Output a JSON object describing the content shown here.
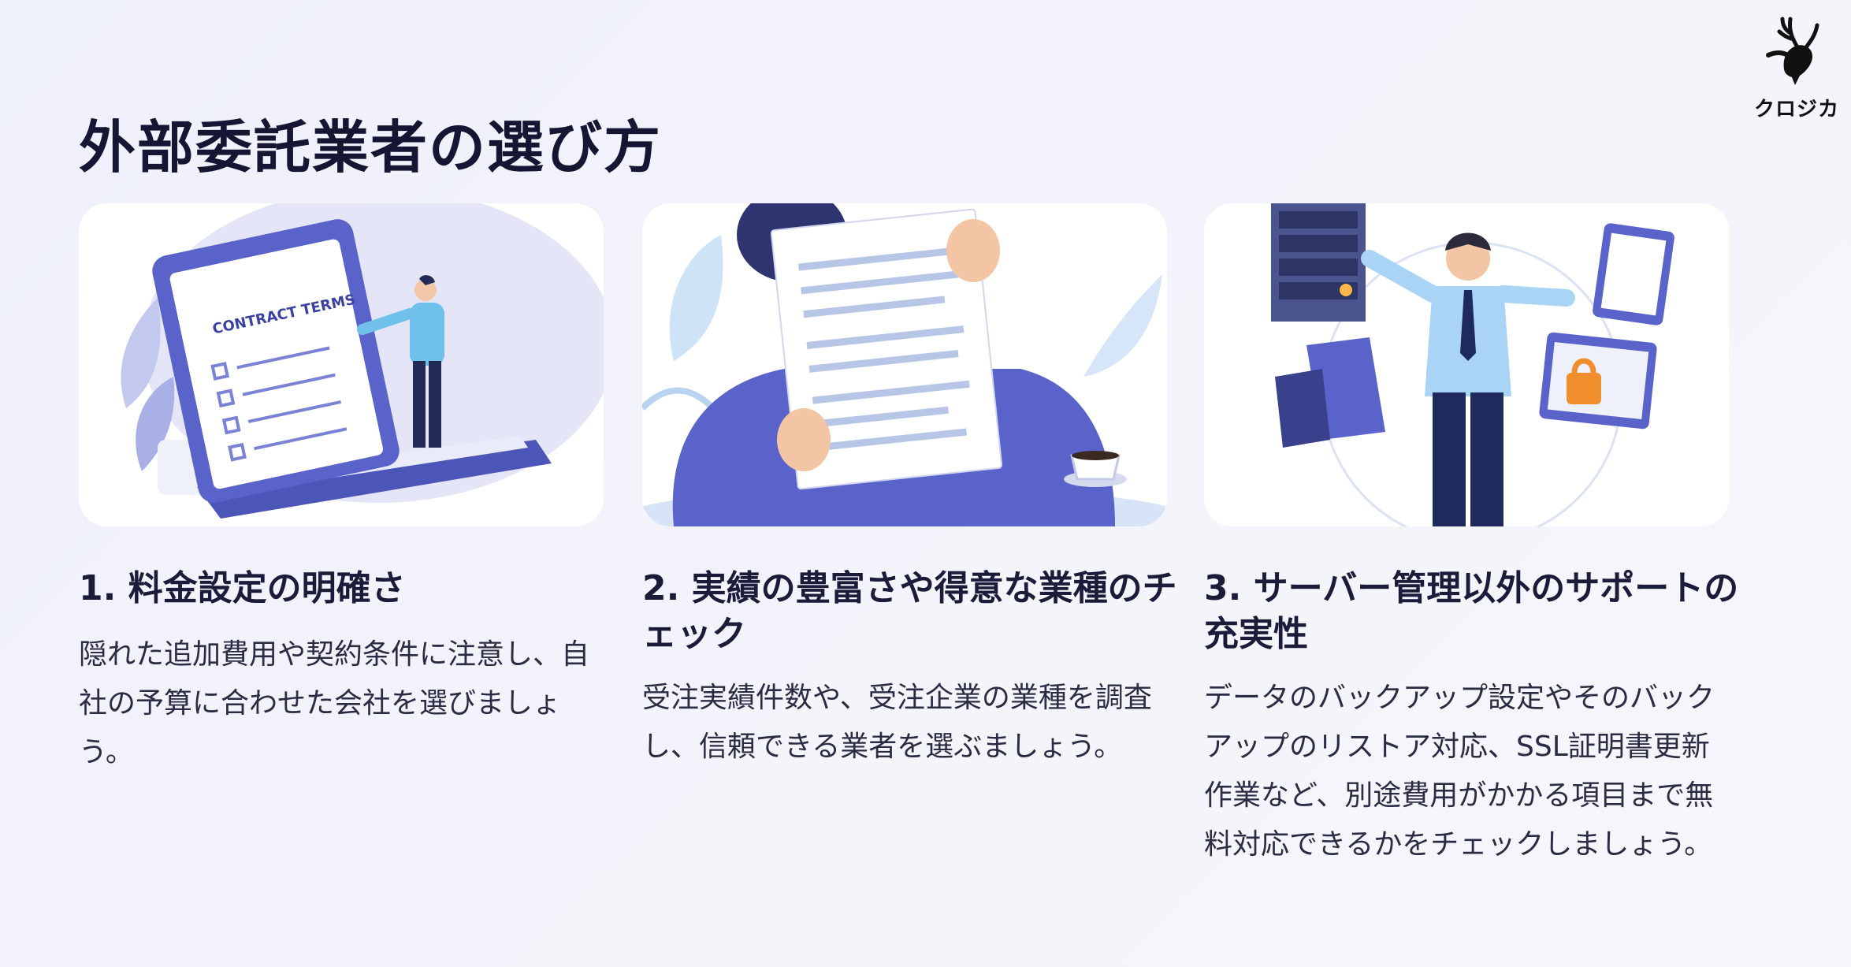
{
  "logo": {
    "text": "クロジカ",
    "icon": "deer-antler-icon"
  },
  "page_title": "外部委託業者の選び方",
  "cards": [
    {
      "title": "1. 料金設定の明確さ",
      "body": "隠れた追加費用や契約条件に注意し、自社の予算に合わせた会社を選びましょう。",
      "illustration": "contract-document-illustration",
      "illustration_label": "CONTRACT TERMS"
    },
    {
      "title": "2. 実績の豊富さや得意な業種のチェック",
      "body": "受注実績件数や、受注企業の業種を調査し、信頼できる業者を選ぶましょう。",
      "illustration": "reading-document-illustration"
    },
    {
      "title": "3. サーバー管理以外のサポートの充実性",
      "body": "データのバックアップ設定やそのバックアップのリストア対応、SSL証明書更新作業など、別途費用がかかる項目まで無料対応できるかをチェックしましょう。",
      "illustration": "server-support-illustration"
    }
  ],
  "colors": {
    "primary": "#5a63c9",
    "dark": "#141633",
    "light_purple": "#c9cdf2",
    "light_blue": "#9fd0f2"
  }
}
